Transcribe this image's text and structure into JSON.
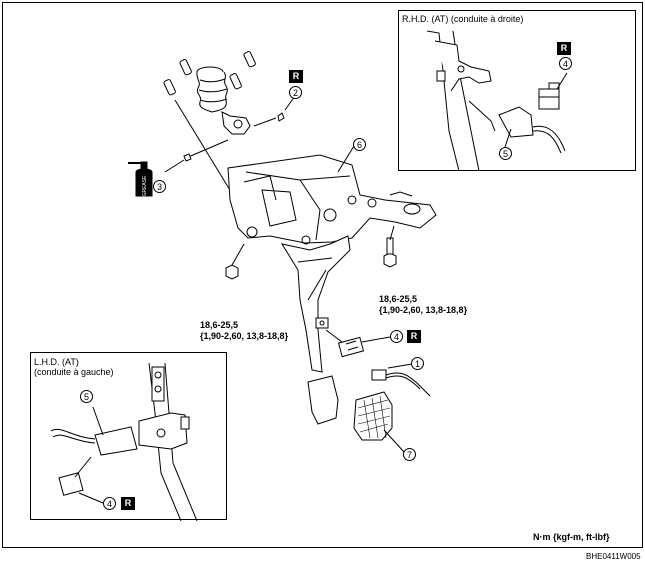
{
  "insets": {
    "rhd": {
      "title_line1": "R.H.D. (AT) (conduite à droite)"
    },
    "lhd": {
      "title_line1": "L.H.D. (AT)",
      "title_line2": "(conduite à gauche)"
    }
  },
  "callouts": {
    "c1": "1",
    "c2": "2",
    "c3": "3",
    "c4": "4",
    "c5": "5",
    "c6": "6",
    "c7": "7",
    "c4_rhd": "4",
    "c5_rhd": "5",
    "c4_lhd": "4",
    "c5_lhd": "5"
  },
  "replace_mark": "R",
  "torque_left": {
    "line1": "18,6-25,5",
    "line2": "{1,90-2,60, 13,8-18,8}"
  },
  "torque_right": {
    "line1": "18,6-25,5",
    "line2": "{1,90-2,60, 13,8-18,8}"
  },
  "units": "N·m {kgf-m, ft-lbf}",
  "figure_code": "BHE0411W005"
}
